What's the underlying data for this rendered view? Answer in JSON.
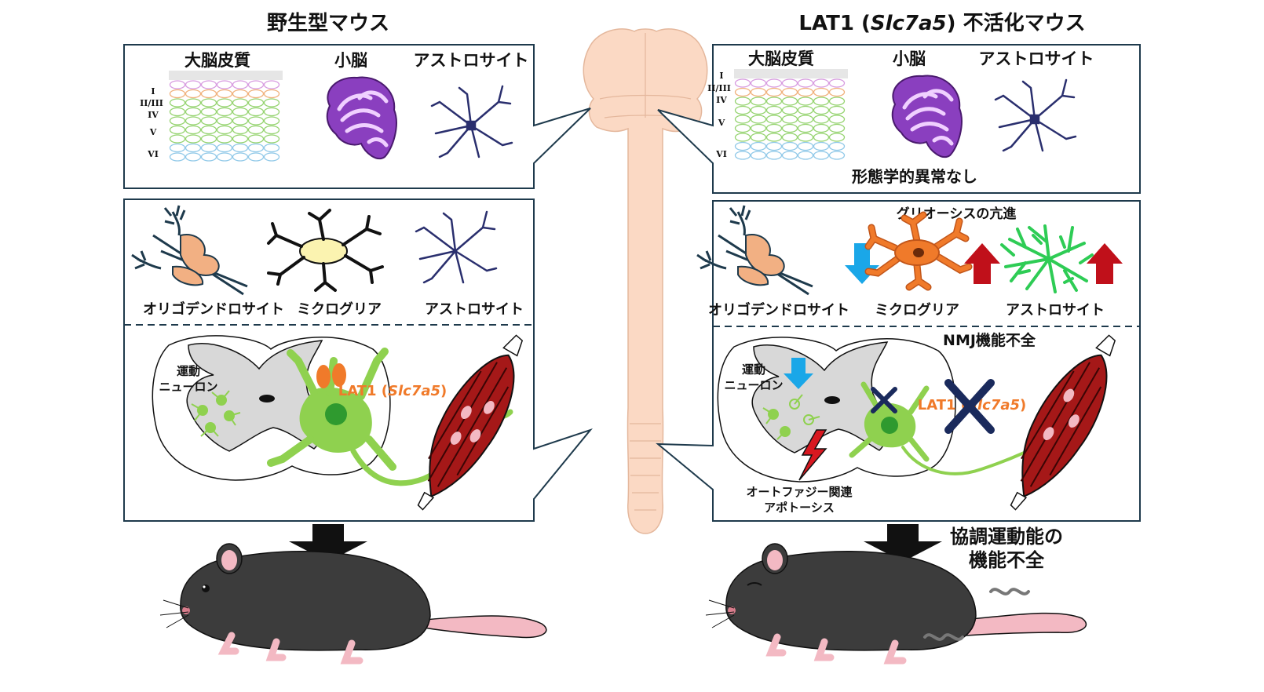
{
  "left_panel": {
    "title": "野生型マウス",
    "top": {
      "cortex_label": "大脳皮質",
      "cerebellum_label": "小脳",
      "astrocyte_label": "アストロサイト",
      "layers": [
        "I",
        "II/III",
        "IV",
        "V",
        "VI"
      ]
    },
    "glia": {
      "oligodendrocyte_label": "オリゴデンドロサイト",
      "microglia_label": "ミクログリア",
      "astrocyte_label": "アストロサイト"
    },
    "spinal": {
      "motor_neuron_label_1": "運動",
      "motor_neuron_label_2": "ニューロン",
      "lat1_prefix": "LAT1 (",
      "lat1_gene": "Slc7a5",
      "lat1_suffix": ")"
    }
  },
  "right_panel": {
    "title_prefix": "LAT1 (",
    "title_gene": "Slc7a5",
    "title_suffix": ") 不活化マウス",
    "top": {
      "cortex_label": "大脳皮質",
      "cerebellum_label": "小脳",
      "astrocyte_label": "アストロサイト",
      "layers": [
        "I",
        "II/III",
        "IV",
        "V",
        "VI"
      ],
      "note": "形態学的異常なし"
    },
    "glia": {
      "gliosis_label": "グリオーシスの亢進",
      "oligodendrocyte_label": "オリゴデンドロサイト",
      "microglia_label": "ミクログリア",
      "astrocyte_label": "アストロサイト"
    },
    "spinal": {
      "nmj_label": "NMJ機能不全",
      "motor_neuron_label_1": "運動",
      "motor_neuron_label_2": "ニューロン",
      "lat1_prefix": "LAT1 (",
      "lat1_gene": "Slc7a5",
      "lat1_suffix": ")",
      "autophagy_label": "オートファジー関連",
      "apoptosis_label": "アポトーシス"
    },
    "outcome_line_1": "協調運動能の",
    "outcome_line_2": "機能不全"
  },
  "colors": {
    "frame": "#1e3a4c",
    "brain": "#fbd9c4",
    "neuron_green": "#8fd14f",
    "microglia_orange": "#f07a2a",
    "astro_green": "#2ecc55",
    "arrow_down_blue": "#1aa7e8",
    "arrow_up_red": "#c0101a",
    "cross_navy": "#1a2a5c",
    "muscle_red": "#a51818",
    "mouse_body": "#3c3c3c",
    "mouse_pink": "#f3b9c3"
  }
}
